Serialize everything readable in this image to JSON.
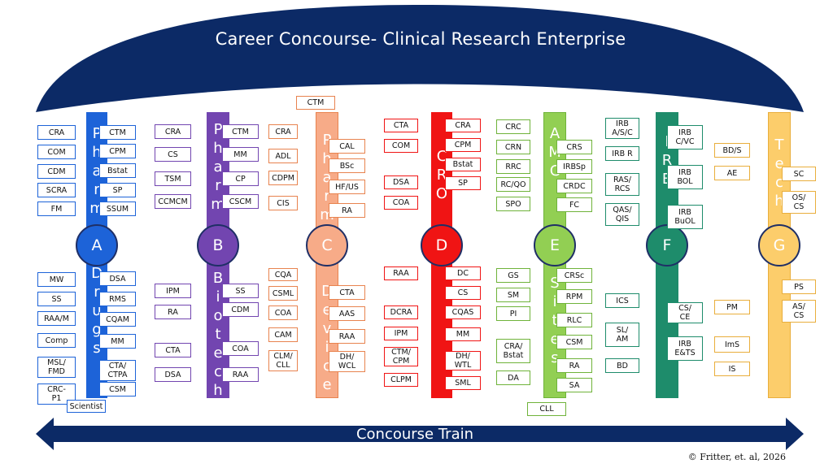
{
  "title": "Career Concourse- Clinical Research Enterprise",
  "train_label": "Concourse Train",
  "copyright": "© Fritter, et. al, 2026",
  "colors": {
    "navy": "#0c2a66"
  },
  "pillars": [
    {
      "id": "A",
      "top_word": "Pharm",
      "bottom_word": "Drugs",
      "color": "#1d63d8",
      "border": "#1d63d8",
      "left": [
        {
          "label": "CRA"
        },
        {
          "label": "COM"
        },
        {
          "label": "CDM"
        },
        {
          "label": "SCRA"
        },
        {
          "label": "FM"
        },
        {
          "label": "MW"
        },
        {
          "label": "SS"
        },
        {
          "label": "RAA/M"
        },
        {
          "label": "Comp"
        },
        {
          "label": "MSL/\nFMD"
        },
        {
          "label": "CRC-\nP1"
        }
      ],
      "right": [
        {
          "label": "CTM"
        },
        {
          "label": "CPM"
        },
        {
          "label": "Bstat"
        },
        {
          "label": "SP"
        },
        {
          "label": "SSUM"
        },
        {
          "label": "DSA"
        },
        {
          "label": "RMS"
        },
        {
          "label": "CQAM"
        },
        {
          "label": "MM"
        },
        {
          "label": "CTA/\nCTPA"
        },
        {
          "label": "CSM"
        }
      ],
      "extra": [
        {
          "label": "Scientist"
        }
      ]
    },
    {
      "id": "B",
      "top_word": "Pharm",
      "bottom_word": "Biotech",
      "color": "#7245b0",
      "border": "#7245b0",
      "left": [
        {
          "label": "CRA"
        },
        {
          "label": "CS"
        },
        {
          "label": "TSM"
        },
        {
          "label": "CCMCM"
        },
        {
          "label": "IPM"
        },
        {
          "label": "RA"
        },
        {
          "label": "CTA"
        },
        {
          "label": "DSA"
        }
      ],
      "right": [
        {
          "label": "CTM"
        },
        {
          "label": "MM"
        },
        {
          "label": "CP"
        },
        {
          "label": "CSCM"
        },
        {
          "label": "SS"
        },
        {
          "label": "CDM"
        },
        {
          "label": "COA"
        },
        {
          "label": "RAA"
        }
      ],
      "extra": []
    },
    {
      "id": "C",
      "top_word": "Pharm",
      "bottom_word": "Device",
      "color": "#f7ab88",
      "border": "#e8834f",
      "left": [
        {
          "label": "CRA"
        },
        {
          "label": "ADL"
        },
        {
          "label": "CDPM"
        },
        {
          "label": "CIS"
        },
        {
          "label": "CQA"
        },
        {
          "label": "CSML"
        },
        {
          "label": "COA"
        },
        {
          "label": "CAM"
        },
        {
          "label": "CLM/\nCLL"
        }
      ],
      "right": [
        {
          "label": "CAL"
        },
        {
          "label": "BSc"
        },
        {
          "label": "HF/US"
        },
        {
          "label": "RA"
        },
        {
          "label": "CTA"
        },
        {
          "label": "AAS"
        },
        {
          "label": "RAA"
        },
        {
          "label": "DH/\nWCL"
        }
      ],
      "extra": [
        {
          "label": "CTM"
        }
      ]
    },
    {
      "id": "D",
      "top_word": "CRO",
      "bottom_word": "",
      "color": "#f01414",
      "border": "#f01414",
      "left": [
        {
          "label": "CTA"
        },
        {
          "label": "COM"
        },
        {
          "label": "DSA"
        },
        {
          "label": "COA"
        },
        {
          "label": "RAA"
        },
        {
          "label": "DCRA"
        },
        {
          "label": "IPM"
        },
        {
          "label": "CTM/\nCPM"
        },
        {
          "label": "CLPM"
        }
      ],
      "right": [
        {
          "label": "CRA"
        },
        {
          "label": "CPM"
        },
        {
          "label": "Bstat"
        },
        {
          "label": "SP"
        },
        {
          "label": "DC"
        },
        {
          "label": "CS"
        },
        {
          "label": "CQAS"
        },
        {
          "label": "MM"
        },
        {
          "label": "DH/\nWTL"
        },
        {
          "label": "SML"
        }
      ],
      "extra": []
    },
    {
      "id": "E",
      "top_word": "AMC",
      "bottom_word": "Sites",
      "color": "#92cf53",
      "border": "#6fb33a",
      "left": [
        {
          "label": "CRC"
        },
        {
          "label": "CRN"
        },
        {
          "label": "RRC"
        },
        {
          "label": "RC/QO"
        },
        {
          "label": "SPO"
        },
        {
          "label": "GS"
        },
        {
          "label": "SM"
        },
        {
          "label": "PI"
        },
        {
          "label": "CRA/\nBstat"
        },
        {
          "label": "DA"
        }
      ],
      "right": [
        {
          "label": "CRS"
        },
        {
          "label": "IRBSp"
        },
        {
          "label": "CRDC"
        },
        {
          "label": "FC"
        },
        {
          "label": "CRSc"
        },
        {
          "label": "RPM"
        },
        {
          "label": "RLC"
        },
        {
          "label": "CSM"
        },
        {
          "label": "RA"
        },
        {
          "label": "SA"
        }
      ],
      "extra": [
        {
          "label": "CLL"
        }
      ]
    },
    {
      "id": "F",
      "top_word": "IRB",
      "bottom_word": "",
      "color": "#1e8c6b",
      "border": "#1e8c6b",
      "left": [
        {
          "label": "IRB\nA/S/C"
        },
        {
          "label": "IRB R"
        },
        {
          "label": "RAS/\nRCS"
        },
        {
          "label": "QAS/\nQIS"
        },
        {
          "label": "ICS"
        },
        {
          "label": "SL/\nAM"
        },
        {
          "label": "BD"
        }
      ],
      "right": [
        {
          "label": "IRB\nC/VC"
        },
        {
          "label": "IRB\nBOL"
        },
        {
          "label": "IRB\nBuOL"
        },
        {
          "label": "CS/\nCE"
        },
        {
          "label": "IRB\nE&TS"
        }
      ],
      "extra": []
    },
    {
      "id": "G",
      "top_word": "Tech",
      "bottom_word": "",
      "color": "#fccd6b",
      "border": "#e9ae3c",
      "left": [
        {
          "label": "BD/S"
        },
        {
          "label": "AE"
        },
        {
          "label": "PM"
        },
        {
          "label": "ImS"
        },
        {
          "label": "IS"
        }
      ],
      "right": [
        {
          "label": "SC"
        },
        {
          "label": "OS/\nCS"
        },
        {
          "label": "PS"
        },
        {
          "label": "AS/\nCS"
        }
      ],
      "extra": []
    }
  ]
}
